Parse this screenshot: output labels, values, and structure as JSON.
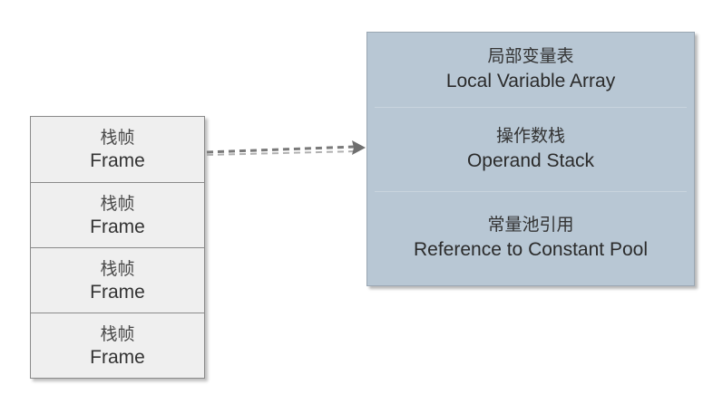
{
  "frames": [
    {
      "zh": "栈帧",
      "en": "Frame"
    },
    {
      "zh": "栈帧",
      "en": "Frame"
    },
    {
      "zh": "栈帧",
      "en": "Frame"
    },
    {
      "zh": "栈帧",
      "en": "Frame"
    }
  ],
  "detail": {
    "local_vars": {
      "zh": "局部变量表",
      "en": "Local Variable Array"
    },
    "operand_stack": {
      "zh": "操作数栈",
      "en": "Operand Stack"
    },
    "const_pool_ref": {
      "zh": "常量池引用",
      "en": "Reference to Constant Pool"
    }
  },
  "colors": {
    "frame_fill": "#efefef",
    "detail_fill": "#b8c7d4",
    "arrow": "#7a7a7a"
  }
}
